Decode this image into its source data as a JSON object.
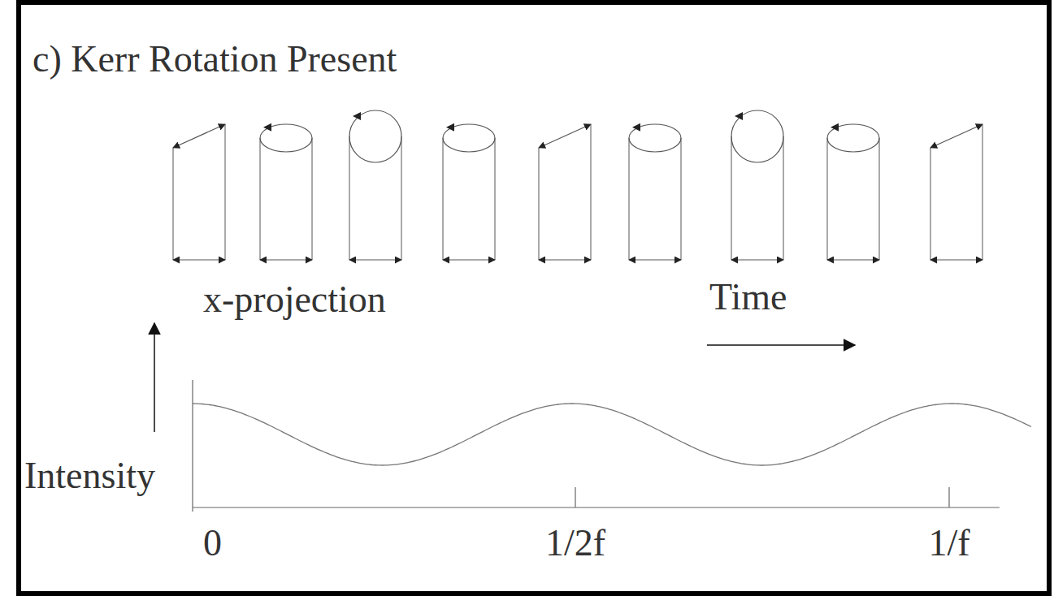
{
  "diagram": {
    "title": "c) Kerr Rotation Present",
    "labels": [
      "x-projection",
      "Time",
      "Intensity",
      "0",
      "1/2f",
      "1/f"
    ]
  }
}
